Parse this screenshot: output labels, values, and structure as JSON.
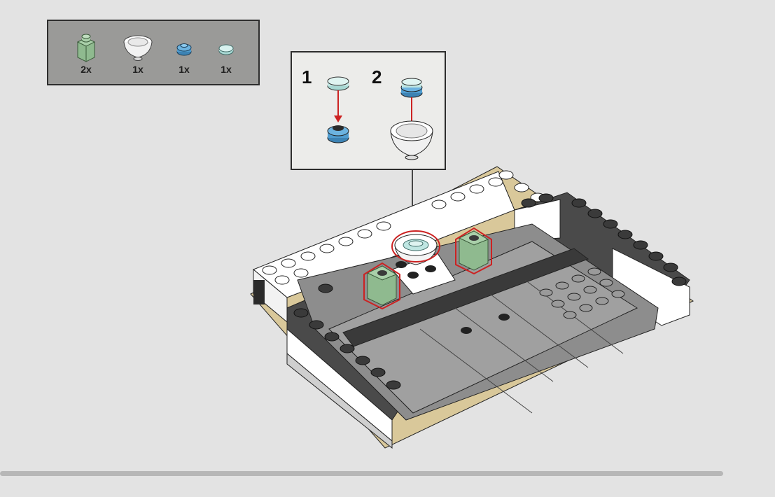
{
  "parts_list": {
    "items": [
      {
        "part": "green-1x1-brick-icon",
        "qty": "2x",
        "color": "#8fba8f"
      },
      {
        "part": "white-dish-cone-icon",
        "qty": "1x",
        "color": "#ffffff"
      },
      {
        "part": "blue-round-plate-icon",
        "qty": "1x",
        "color": "#4f9ccf"
      },
      {
        "part": "transparent-round-tile-icon",
        "qty": "1x",
        "color": "#bfe6e2"
      }
    ]
  },
  "sub_steps": {
    "step1_number": "1",
    "step2_number": "2"
  },
  "colors": {
    "background": "#e3e3e3",
    "callout_arrow": "#cc2222",
    "highlight_outline": "#cc2222"
  }
}
